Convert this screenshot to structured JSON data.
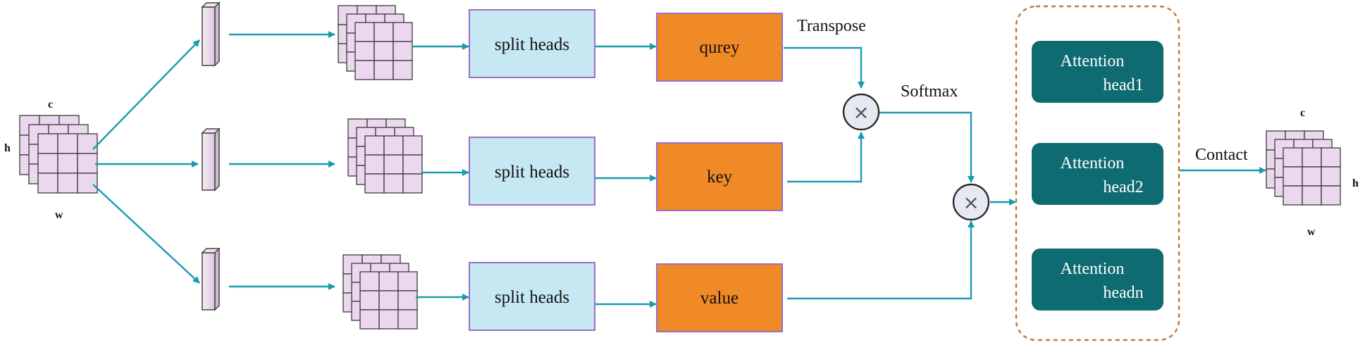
{
  "diagram": {
    "input_tensor": {
      "c_label": "c",
      "h_label": "h",
      "w_label": "w"
    },
    "output_tensor": {
      "c_label": "c",
      "h_label": "h",
      "w_label": "w"
    },
    "split_heads_label": "split heads",
    "query_label": "qurey",
    "key_label": "key",
    "value_label": "value",
    "transpose_label": "Transpose",
    "softmax_label": "Softmax",
    "contact_label": "Contact",
    "attention_heads": [
      {
        "line1": "Attention",
        "line2": "head1"
      },
      {
        "line1": "Attention",
        "line2": "head2"
      },
      {
        "line1": "Attention",
        "line2": "headn"
      }
    ],
    "multiply_symbol": "×",
    "colors": {
      "arrow": "#1a9ab0",
      "split_heads_fill": "#c5e8f3",
      "split_heads_stroke": "#9b6fc6",
      "qkv_fill": "#ef8a26",
      "qkv_stroke": "#9b6fc6",
      "attention_fill": "#0f6b72",
      "container_stroke": "#c17a34",
      "cell_fill": "#ecd8ee",
      "cell_stroke": "#3a3a3a"
    }
  }
}
